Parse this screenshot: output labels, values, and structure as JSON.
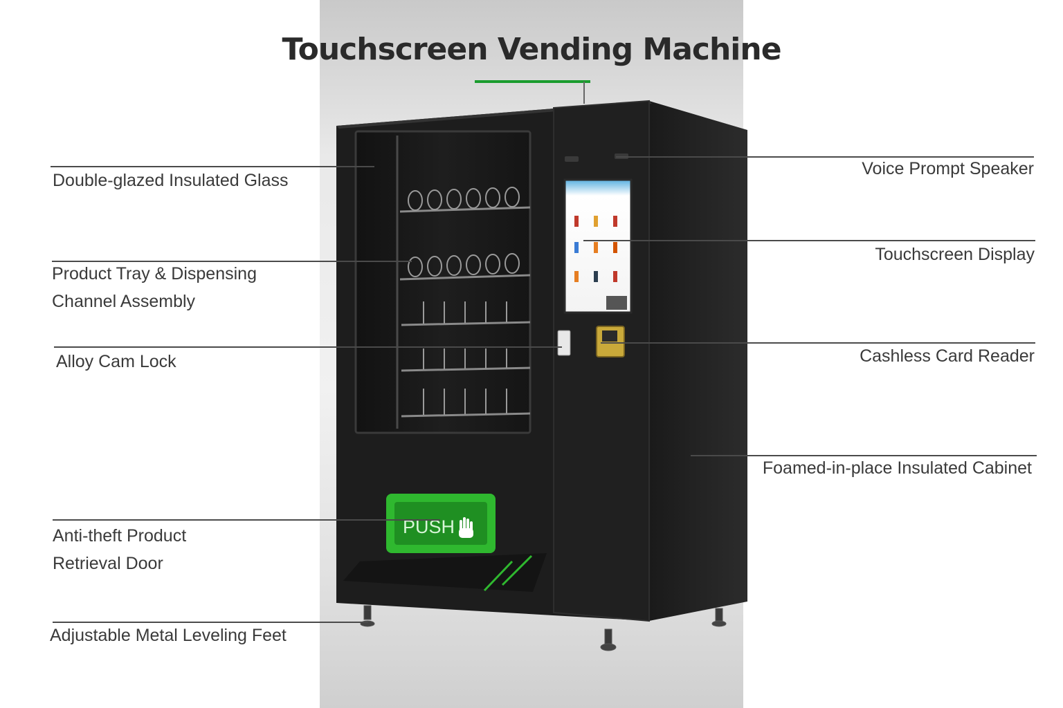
{
  "title": "Touchscreen Vending Machine",
  "colors": {
    "accent_green": "#1a9c2e",
    "push_green": "#2fb82f",
    "cabinet_black": "#1c1c1c",
    "text_dark": "#3a3a3a"
  },
  "push_button": {
    "label": "PUSH",
    "icon": "hand-icon"
  },
  "callouts": {
    "glass": "Double-glazed Insulated Glass",
    "tray_line1": "Product Tray & Dispensing",
    "tray_line2": "Channel Assembly",
    "lock": "Alloy Cam Lock",
    "door_line1": "Anti-theft Product",
    "door_line2": "Retrieval Door",
    "feet": "Adjustable Metal Leveling Feet",
    "speaker": "Voice Prompt Speaker",
    "touchscreen": "Touchscreen Display",
    "card_reader": "Cashless Card Reader",
    "cabinet": "Foamed-in-place Insulated Cabinet"
  }
}
